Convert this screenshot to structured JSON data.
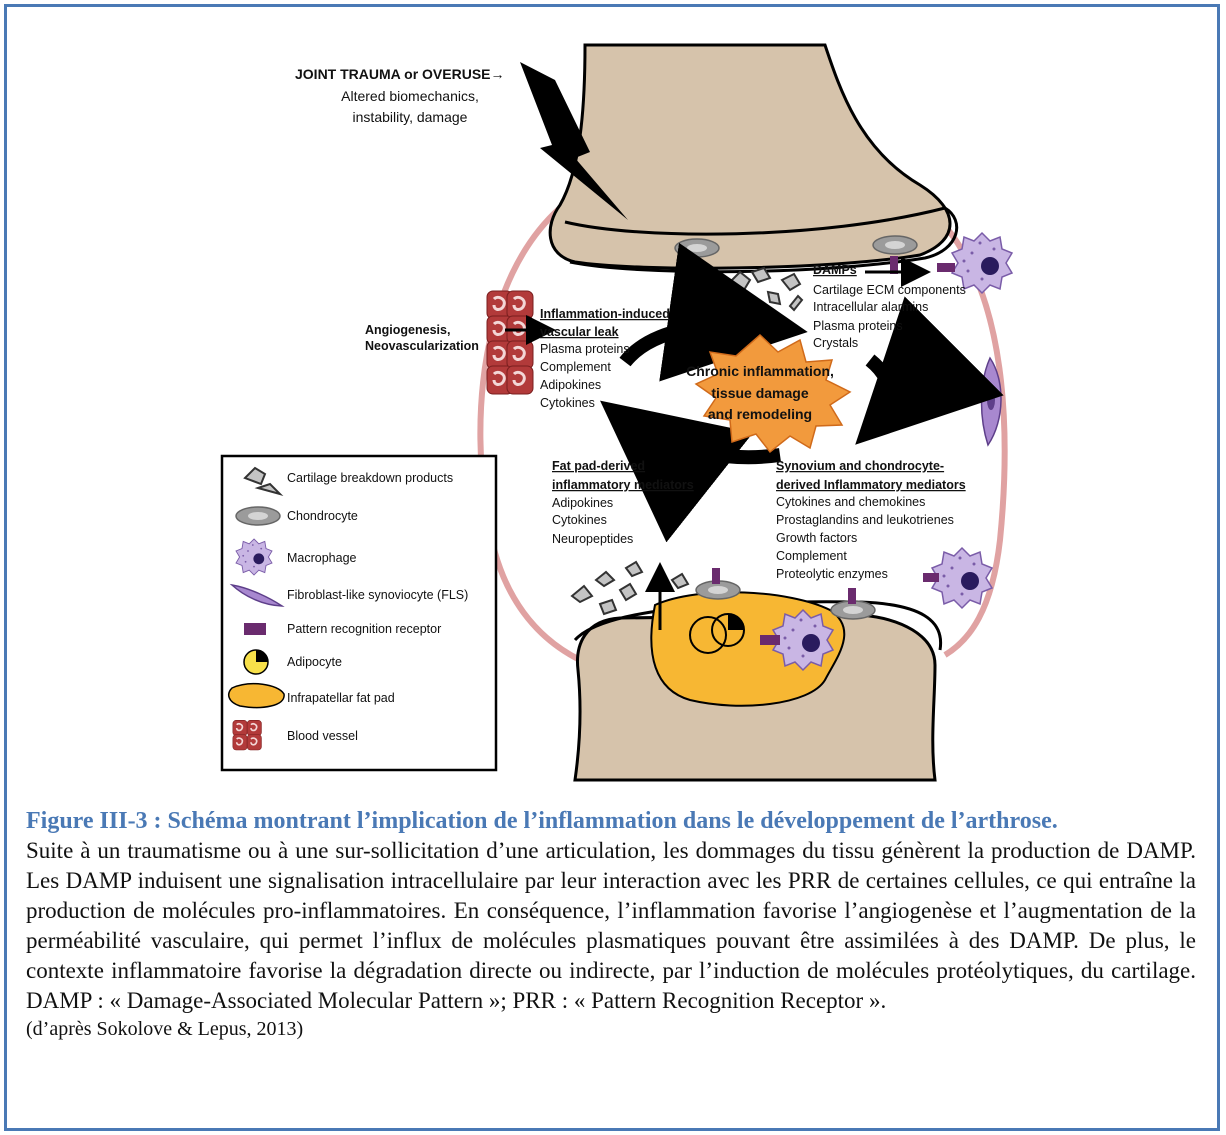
{
  "trauma": {
    "title": "JOINT TRAUMA or OVERUSE→",
    "line1": "Altered biomechanics,",
    "line2": "instability, damage"
  },
  "angiogenesis": {
    "line1": "Angiogenesis,",
    "line2": "Neovascularization"
  },
  "vascular_leak": {
    "heading1": "Inflammation-induced",
    "heading2": "vascular leak",
    "items": [
      "Plasma proteins",
      "Complement",
      "Adipokines",
      "Cytokines"
    ]
  },
  "damps": {
    "heading": "DAMPs",
    "items": [
      "Cartilage ECM components",
      "Intracellular alarmins",
      "Plasma proteins",
      "Crystals"
    ]
  },
  "center": {
    "line1": "Chronic inflammation,",
    "line2": "tissue damage",
    "line3": "and remodeling"
  },
  "fat_pad": {
    "heading1": "Fat pad-derived",
    "heading2": "inflammatory mediators",
    "items": [
      "Adipokines",
      "Cytokines",
      "Neuropeptides"
    ]
  },
  "synovium": {
    "heading1": "Synovium and chondrocyte-",
    "heading2": "derived Inflammatory mediators",
    "items": [
      "Cytokines and chemokines",
      "Prostaglandins and leukotrienes",
      "Growth factors",
      "Complement",
      "Proteolytic enzymes"
    ]
  },
  "legend": {
    "items": [
      {
        "label": "Cartilage breakdown products",
        "icon": "cartilage-fragment-icon"
      },
      {
        "label": "Chondrocyte",
        "icon": "chondrocyte-icon"
      },
      {
        "label": "Macrophage",
        "icon": "macrophage-icon"
      },
      {
        "label": "Fibroblast-like synoviocyte (FLS)",
        "icon": "fibroblast-icon"
      },
      {
        "label": "Pattern recognition receptor",
        "icon": "receptor-icon"
      },
      {
        "label": "Adipocyte",
        "icon": "adipocyte-icon"
      },
      {
        "label": "Infrapatellar fat pad",
        "icon": "fat-pad-icon"
      },
      {
        "label": "Blood vessel",
        "icon": "blood-vessel-icon"
      }
    ]
  },
  "colors": {
    "bone": "#d6c3ab",
    "synovium": "#e0a2a2",
    "macrophage": "#c9b6e4",
    "receptor": "#6a2b6e",
    "fat": "#f7b733",
    "star": "#f29a3d",
    "vessel": "#b23a3a",
    "caption_title": "#4a79b5"
  },
  "caption": {
    "title": "Figure III-3 : Schéma montrant l’implication de l’inflammation dans le développement de l’arthrose.",
    "body": "Suite à un traumatisme ou à une sur-sollicitation d’une articulation, les dommages du tissu génèrent la production de DAMP. Les DAMP induisent une signalisation intracellulaire par leur interaction avec les PRR de certaines cellules, ce qui entraîne la production de molécules pro-inflammatoires. En conséquence, l’inflammation favorise l’angiogenèse et l’augmentation de la perméabilité vasculaire, qui permet l’influx de molécules plasmatiques pouvant être assimilées à des DAMP. De plus, le contexte inflammatoire favorise la dégradation directe ou indirecte, par l’induction de molécules protéolytiques, du cartilage. DAMP : « Damage-Associated Molecular Pattern »; PRR : « Pattern Recognition Receptor ».",
    "source": "(d’après Sokolove & Lepus, 2013)"
  }
}
